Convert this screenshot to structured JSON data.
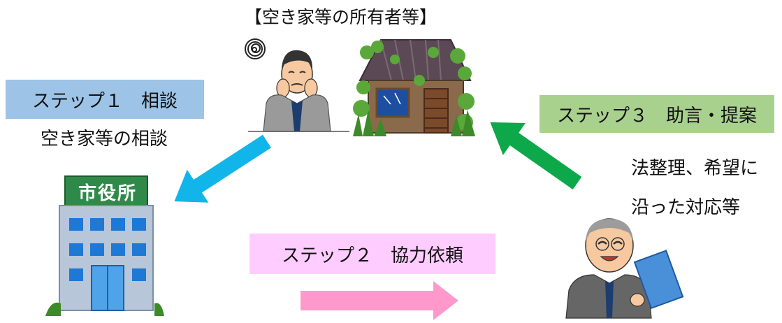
{
  "diagram": {
    "owner_title": "【空き家等の所有者等】",
    "step1": {
      "label": "ステップ１　相談",
      "caption": "空き家等の相談",
      "color": "#9dc3e6"
    },
    "step2": {
      "label": "ステップ２　協力依頼",
      "color": "#ffccff"
    },
    "step3": {
      "label": "ステップ３　助言・提案",
      "caption_line1": "法整理、希望に",
      "caption_line2": "沿った対応等",
      "color": "#a9d18e"
    },
    "city_hall_sign": "市役所",
    "arrows": {
      "step1_color": "#12b5ea",
      "step2_color": "#ff99cc",
      "step3_color": "#0da84a"
    },
    "icons": [
      "worried-man-icon",
      "abandoned-house-icon",
      "city-hall-icon",
      "expert-icon"
    ]
  }
}
